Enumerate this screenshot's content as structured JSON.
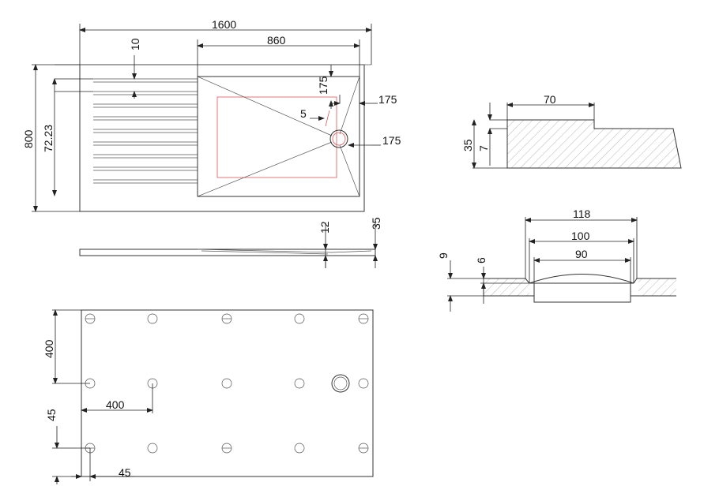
{
  "top_view": {
    "overall_length": "1600",
    "bowl_length": "860",
    "drainer_rib_spacing": "10",
    "overall_width": "800",
    "drainer_offset": "72.23",
    "waste_offset_top": "175",
    "waste_offset_side_1": "175",
    "waste_offset_side_2": "175",
    "waste_gap": "5"
  },
  "side_view": {
    "rim_thickness": "12",
    "total_height": "35"
  },
  "edge_detail": {
    "lip_width": "70",
    "total_depth": "35",
    "step_depth": "7"
  },
  "waste_detail": {
    "outer_diameter": "118",
    "flange_diameter": "100",
    "inner_diameter": "90",
    "flange_thickness": "9",
    "recess_depth": "6"
  },
  "bottom_view": {
    "foot_spacing_vertical": "400",
    "foot_spacing_horizontal": "400",
    "edge_offset_vertical": "45",
    "edge_offset_horizontal": "45"
  }
}
